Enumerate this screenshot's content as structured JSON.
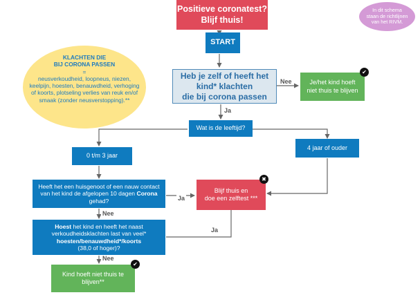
{
  "header": {
    "title_line1": "Positieve coronatest?",
    "title_line2": "Blijf thuis!"
  },
  "note": {
    "line1": "In dit schema",
    "line2": "staan de richtlijnen",
    "line3": "van het RIVM."
  },
  "start_label": "START",
  "complaints": {
    "heading_line1": "KLACHTEN DIE",
    "heading_line2": "BIJ CORONA PASSEN",
    "equals": "=",
    "body": "neusverkoudheid, loopneus, niezen, keelpijn, hoesten, benauwdheid, verhoging of koorts, plotseling verlies van reuk en/of smaak (zonder neusverstopping).**"
  },
  "question_complaints": {
    "line1": "Heb je zelf of heeft het",
    "line2": "kind* klachten",
    "line3": "die bij corona passen"
  },
  "outcome_no_complaints": "Je/het kind hoeft niet thuis te blijven",
  "question_age": "Wat is de leeftijd?",
  "age_young": "0 t/m 3 jaar",
  "age_old": "4 jaar of ouder",
  "question_contact": {
    "before": "Heeft het een huisgenoot of een nauw contact van het kind de afgelopen 10 dagen ",
    "bold": "Corona",
    "after": " gehad?"
  },
  "outcome_test": {
    "line1": "Blijf thuis en",
    "line2": "doe een zelftest ***"
  },
  "question_cough": {
    "bold1": "Hoest",
    "text1": " het kind en heeft het naast verkoudheidsklachten last van veel*",
    "bold2": "hoesten/benauwdheid*/koorts",
    "text2": "(38,0 of hoger)?"
  },
  "outcome_stay_not_needed": "Kind hoeft niet thuis te blijven**",
  "edges": {
    "nee": "Nee",
    "ja": "Ja"
  },
  "badges": {
    "check": "✔",
    "cross": "✖"
  }
}
